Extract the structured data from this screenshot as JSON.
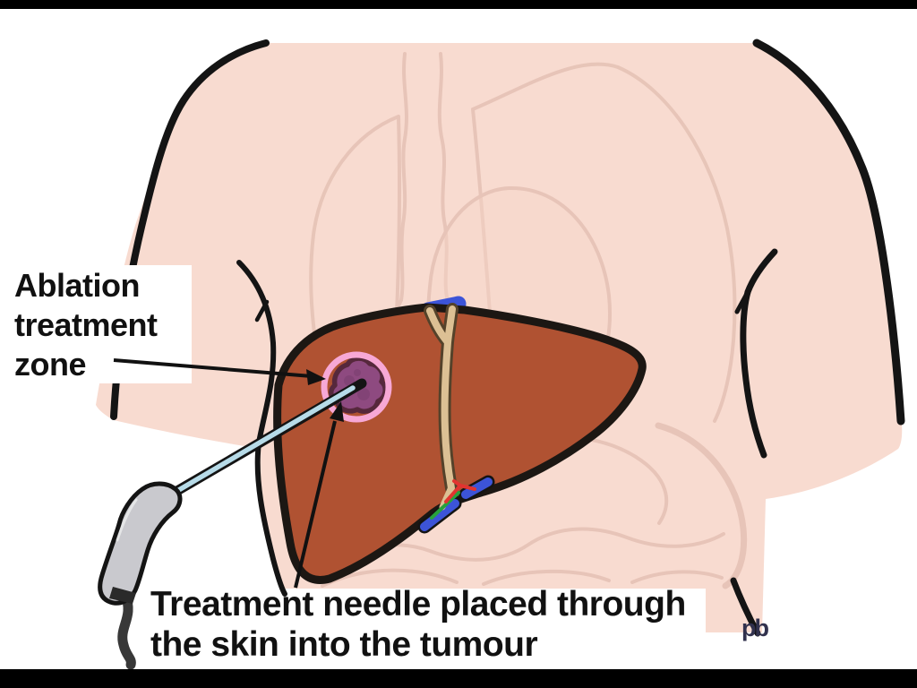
{
  "figure": {
    "title_hint": "Liver tumour ablation illustration",
    "labels": {
      "ablation_zone": "Ablation\ntreatment\nzone",
      "needle": "Treatment needle placed through\nthe skin into the tumour"
    },
    "logo": "pb",
    "anatomy": [
      "torso",
      "lungs",
      "heart",
      "trachea",
      "intestines",
      "liver",
      "tumour",
      "falciform ligament",
      "inferior vena cava",
      "hepatic vessels"
    ],
    "device": [
      "ablation needle",
      "pistol-grip handle",
      "power cable"
    ],
    "colors": {
      "skin": "#f8dbd0",
      "faint_line": "#e2bdb0",
      "outline": "#141414",
      "liver": "#b05232",
      "liver_outline": "#1c1713",
      "tumor": "#8e4a80",
      "tumor_outline": "#56283c",
      "tumor_blotch": "#7a3e6e",
      "ablation_ring": "#f7a8d6",
      "needle_shaft": "#b7dbe8",
      "handle": "#c9c9ce",
      "cable": "#383838",
      "ligament_tan": "#dcc094",
      "ligament_edge": "#54422a",
      "vessel_blue": "#3c54d8",
      "vessel_green": "#27a23c",
      "vessel_red": "#e23430",
      "text": "#111111",
      "logo": "#31314d",
      "frame_bar": "#000000"
    }
  }
}
